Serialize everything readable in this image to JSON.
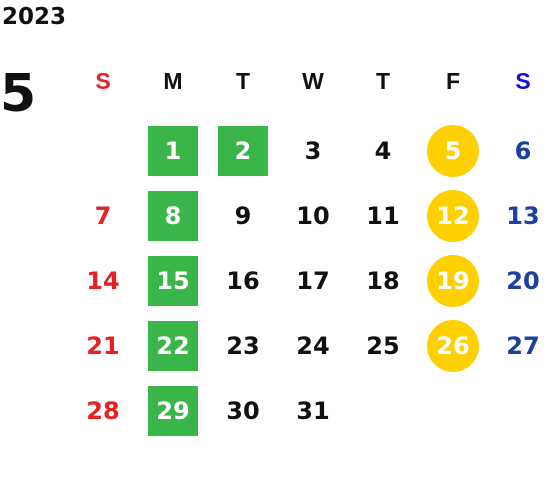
{
  "calendar": {
    "year": "2023",
    "month": "5",
    "weekday_headers": [
      "S",
      "M",
      "T",
      "W",
      "T",
      "F",
      "S"
    ],
    "first_weekday_index": 1,
    "days_in_month": 31,
    "highlight_box": [
      1,
      2,
      8,
      15,
      22,
      29
    ],
    "highlight_circle": [
      5,
      12,
      19,
      26
    ]
  },
  "colors": {
    "text": "#111111",
    "sunday": "#e52222",
    "saturday": "#1e3f9a",
    "sunday_header": "#e52222",
    "saturday_header": "#1010d8",
    "box_fill": "#3ab54a",
    "circle_fill": "#ffd000"
  }
}
